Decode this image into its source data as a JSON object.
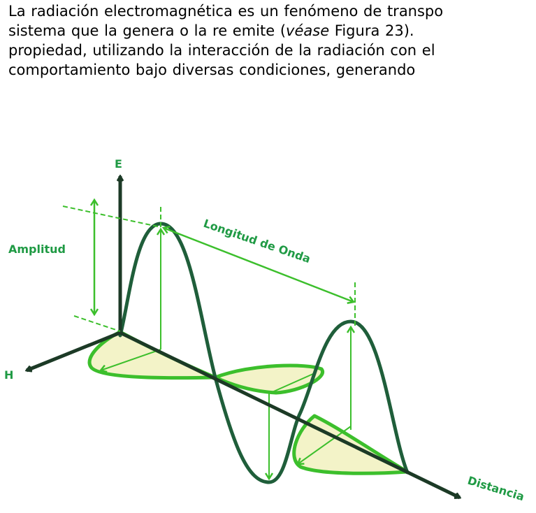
{
  "paragraph": {
    "line1": "La radiación electromagnética es un fenómeno de transpo",
    "line2_a": "sistema que la genera o la re emite (",
    "line2_em": "véase",
    "line2_b": " Figura 23).",
    "line3": "propiedad, utilizando la interacción de la radiación con el",
    "line4": "comportamiento bajo diversas condiciones, generando"
  },
  "diagram": {
    "label_e": "E",
    "label_h": "H",
    "label_amplitude": "Amplitud",
    "label_wavelength": "Longitud de Onda",
    "label_distance": "Distancia"
  },
  "colors": {
    "dark_green": "#1f5e3a",
    "bright_green": "#3cbf2c",
    "label_green": "#1f9a44",
    "fill_yellow": "#f3f3c8",
    "axis_dark": "#1c3a26"
  }
}
